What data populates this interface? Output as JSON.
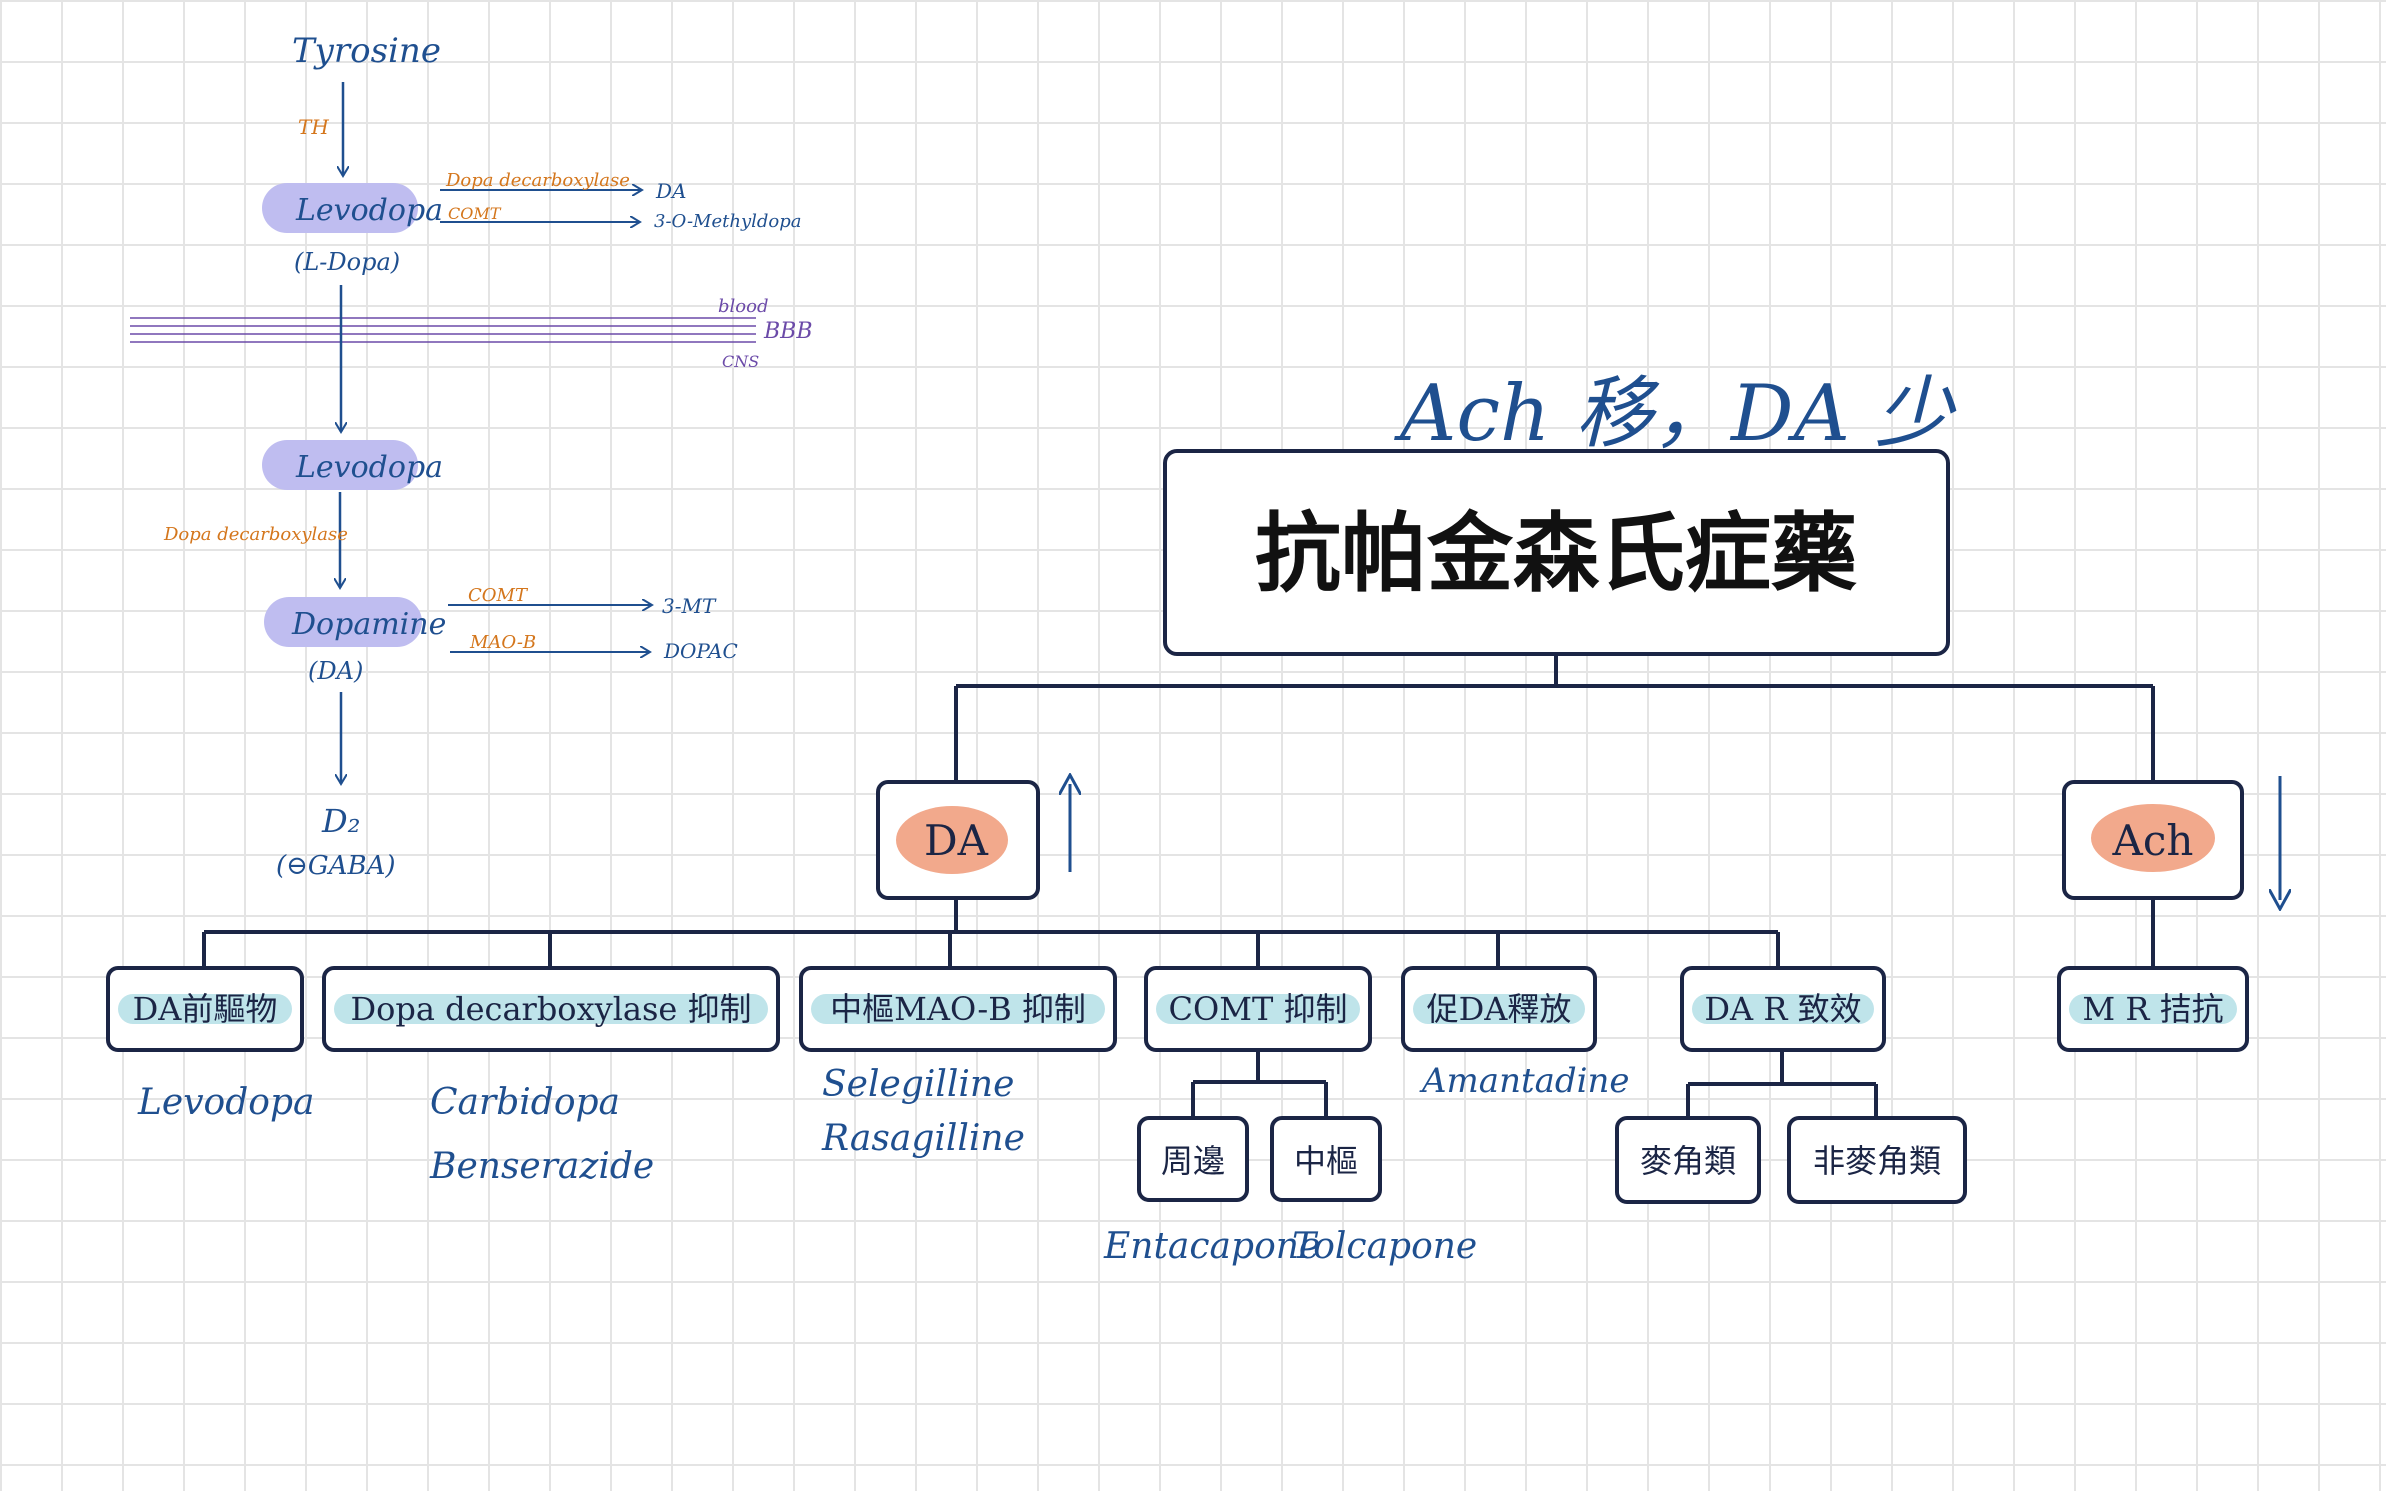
{
  "pathway": {
    "tyrosine": "Tyrosine",
    "th": "TH",
    "levodopa1": "Levodopa",
    "ldopa": "(L-Dopa)",
    "dd_top": "Dopa decarboxylase",
    "da_top": "DA",
    "comt_top": "COMT",
    "methyldopa": "3-O-Methyldopa",
    "blood": "blood",
    "bbb": "BBB",
    "cns": "CNS",
    "levodopa2": "Levodopa",
    "dd_mid": "Dopa decarboxylase",
    "dopamine": "Dopamine",
    "da_paren": "(DA)",
    "comt_mid": "COMT",
    "mt": "3-MT",
    "maob": "MAO-B",
    "dopac": "DOPAC",
    "d2": "D₂",
    "gaba": "(⊖GABA)"
  },
  "tree": {
    "note": "Ach 移，DA 少",
    "title": "抗帕金森氏症藥",
    "da": "DA",
    "ach": "Ach",
    "up_arrow": "↑",
    "down_arrow": "↓",
    "da_children": [
      "DA前驅物",
      "Dopa decarboxylase 抑制",
      "中樞MAO-B 抑制",
      "COMT 抑制",
      "促DA釋放",
      "DA R 致效"
    ],
    "ach_children": [
      "M R 拮抗"
    ],
    "comt_sub": [
      "周邊",
      "中樞"
    ],
    "dar_sub": [
      "麥角類",
      "非麥角類"
    ],
    "examples": {
      "precursor": "Levodopa",
      "ddi_1": "Carbidopa",
      "ddi_2": "Benserazide",
      "maob_1": "Selegilline",
      "maob_2": "Rasagilline",
      "amantadine": "Amantadine",
      "entacapone": "Entacapone",
      "tolcapone": "Tolcapone"
    }
  },
  "colors": {
    "ink_blue": "#1f4f8f",
    "ink_orange": "#d4761c",
    "ink_purple": "#6b4aa8",
    "highlight_lavender": "#bfbdf0",
    "highlight_peach": "#f2a98c",
    "highlight_cyan": "#bfe4ea",
    "box_stroke": "#1b2545"
  }
}
